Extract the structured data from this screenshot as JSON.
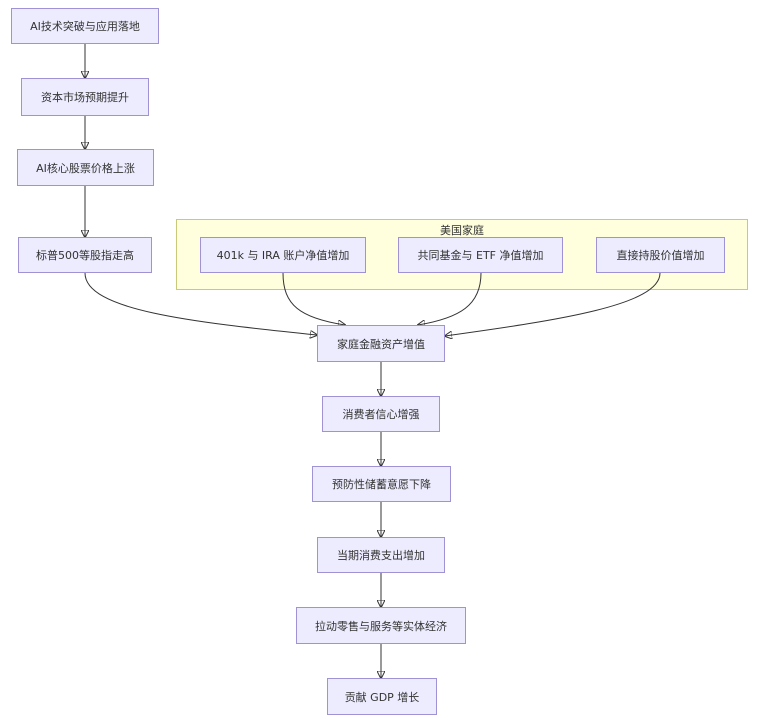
{
  "nodes": {
    "ai_breakthrough": "AI技术突破与应用落地",
    "capital_market": "资本市场预期提升",
    "ai_stocks": "AI核心股票价格上涨",
    "sp500": "标普500等股指走高",
    "household_assets": "家庭金融资产增值",
    "consumer_confidence": "消费者信心增强",
    "precautionary_saving": "预防性储蓄意愿下降",
    "current_consumption": "当期消费支出增加",
    "retail_services": "拉动零售与服务等实体经济",
    "gdp_growth": "贡献 GDP 增长"
  },
  "cluster": {
    "title": "美国家庭",
    "nodes": {
      "retirement_accounts": "401k 与 IRA 账户净值增加",
      "mutual_funds": "共同基金与 ETF 净值增加",
      "direct_stocks": "直接持股价值增加"
    }
  }
}
